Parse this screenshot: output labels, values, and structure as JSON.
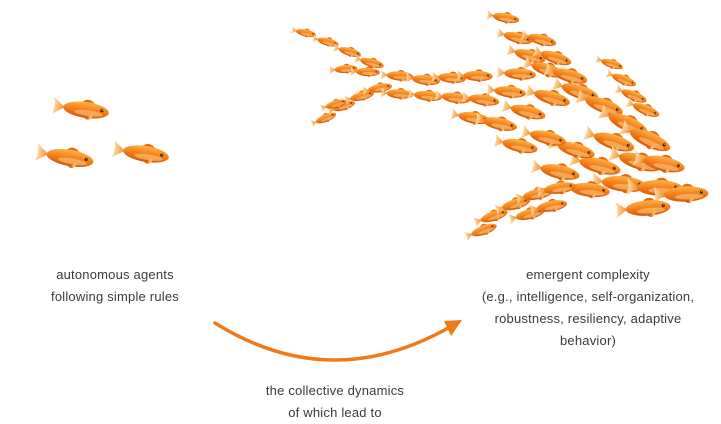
{
  "left_caption": {
    "line1": "autonomous agents",
    "line2": "following simple rules"
  },
  "right_caption": {
    "line1": "emergent complexity",
    "line2": "(e.g., intelligence, self-organization,",
    "line3": "robustness, resiliency, adaptive",
    "line4": "behavior)"
  },
  "bottom_caption": {
    "line1": "the collective dynamics",
    "line2": "of which lead to"
  },
  "colors": {
    "arrow": "#f07a1a",
    "fish_body": "#f58a1f",
    "fish_dark": "#d85a0c",
    "fish_light": "#ffc15a"
  },
  "icons": [
    "goldfish-icon",
    "curved-arrow-icon"
  ]
}
